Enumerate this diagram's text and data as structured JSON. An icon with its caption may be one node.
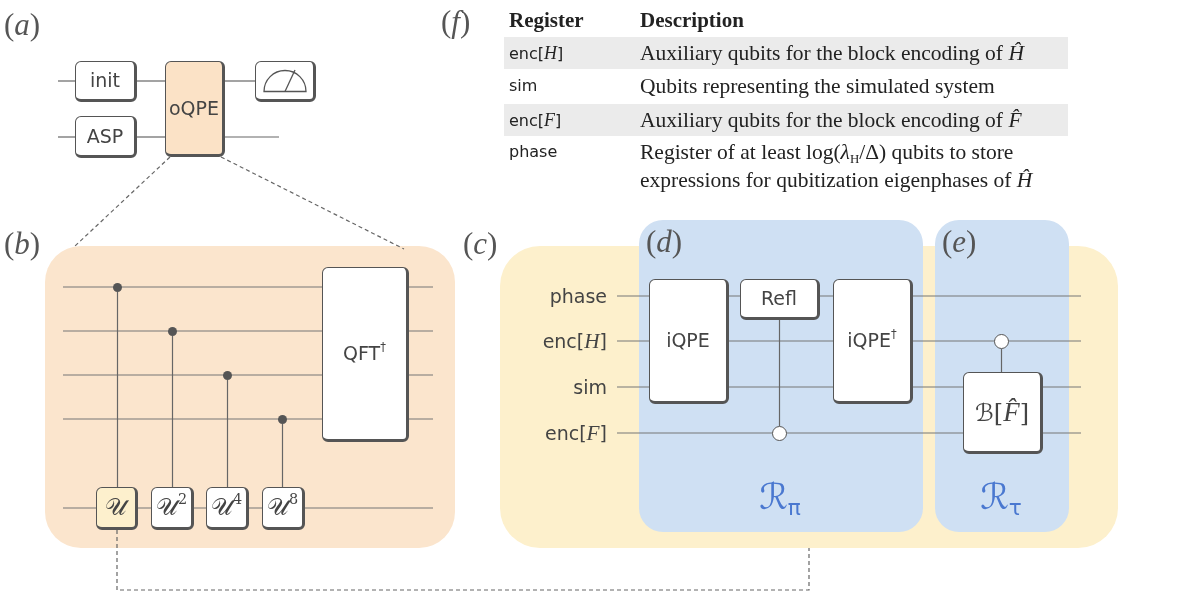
{
  "diagram": {
    "nodes": [
      {
        "text": [
          "init"
        ]
      },
      {
        "text": [
          "ASP"
        ]
      },
      {
        "text": [
          "oQPE"
        ]
      },
      {
        "text": [],
        "shape": "meter"
      },
      {
        "text": [
          "(*b*)"
        ]
      },
      {
        "text": [],
        "shape": "dot",
        "in": 4
      },
      {
        "text": [],
        "shape": "dot",
        "in": 4
      },
      {
        "text": [],
        "shape": "dot",
        "in": 4
      },
      {
        "text": [],
        "shape": "dot",
        "in": 4
      },
      {
        "text": [
          "QFT$^{†}$"
        ],
        "in": 4
      },
      {
        "text": [
          "𝒰"
        ],
        "in": 4
      },
      {
        "text": [
          "𝒰$^{2}$"
        ],
        "in": 4
      },
      {
        "text": [
          "𝒰$^{4}$"
        ],
        "in": 4
      },
      {
        "text": [
          "𝒰$^{8}$"
        ],
        "in": 4
      },
      {
        "text": [
          "(*c*)",
          "phase",
          "enc[*H*]",
          "sim",
          "enc[*F*]"
        ]
      },
      {
        "text": [
          "(*d*)",
          "ℛ$_{π}$"
        ],
        "in": 14
      },
      {
        "text": [
          "iQPE"
        ],
        "in": 15
      },
      {
        "text": [
          "Refl"
        ],
        "in": 15
      },
      {
        "text": [],
        "shape": "circle",
        "in": 15
      },
      {
        "text": [
          "iQPE$^{†}$"
        ],
        "in": 15
      },
      {
        "text": [
          "(*e*)",
          "ℛ$_{τ}$"
        ],
        "in": 14
      },
      {
        "text": [],
        "shape": "circle",
        "in": 20
      },
      {
        "text": [
          "ℬ[*F̂*]"
        ],
        "in": 20
      }
    ],
    "edges": [
      {
        "from": null,
        "to": 0,
        "arrow": "none"
      },
      {
        "from": 0,
        "to": 2,
        "arrow": "none"
      },
      {
        "from": null,
        "to": 1,
        "arrow": "none"
      },
      {
        "from": 1,
        "to": 2,
        "arrow": "none"
      },
      {
        "from": 2,
        "to": 3,
        "arrow": "none"
      },
      {
        "from": 2,
        "to": null,
        "arrow": "none"
      },
      {
        "from": 2,
        "to": 4,
        "arrow": "none",
        "style": "dashed"
      },
      {
        "from": 2,
        "to": 4,
        "arrow": "none",
        "style": "dashed"
      },
      {
        "from": 5,
        "to": 10,
        "arrow": "none"
      },
      {
        "from": 6,
        "to": 11,
        "arrow": "none"
      },
      {
        "from": 7,
        "to": 12,
        "arrow": "none"
      },
      {
        "from": 8,
        "to": 13,
        "arrow": "none"
      },
      {
        "from": 10,
        "to": 14,
        "arrow": "none",
        "style": "dashed"
      },
      {
        "from": 17,
        "to": 18,
        "arrow": "none"
      },
      {
        "from": 21,
        "to": 22,
        "arrow": "none"
      }
    ],
    "labels": [
      "(*a*)",
      "(*f*)",
      "Register",
      "Description",
      "enc[*H*]",
      "Auxiliary qubits for the block encoding of *Ĥ*",
      "sim",
      "Qubits representing the simulated system",
      "enc[*F*]",
      "Auxiliary qubits for the block encoding of *F̂*",
      "phase",
      "Register of at least log(*λ*$_{H}$/Δ) qubits to store expressions for qubitization eigenphases of *Ĥ*"
    ]
  }
}
